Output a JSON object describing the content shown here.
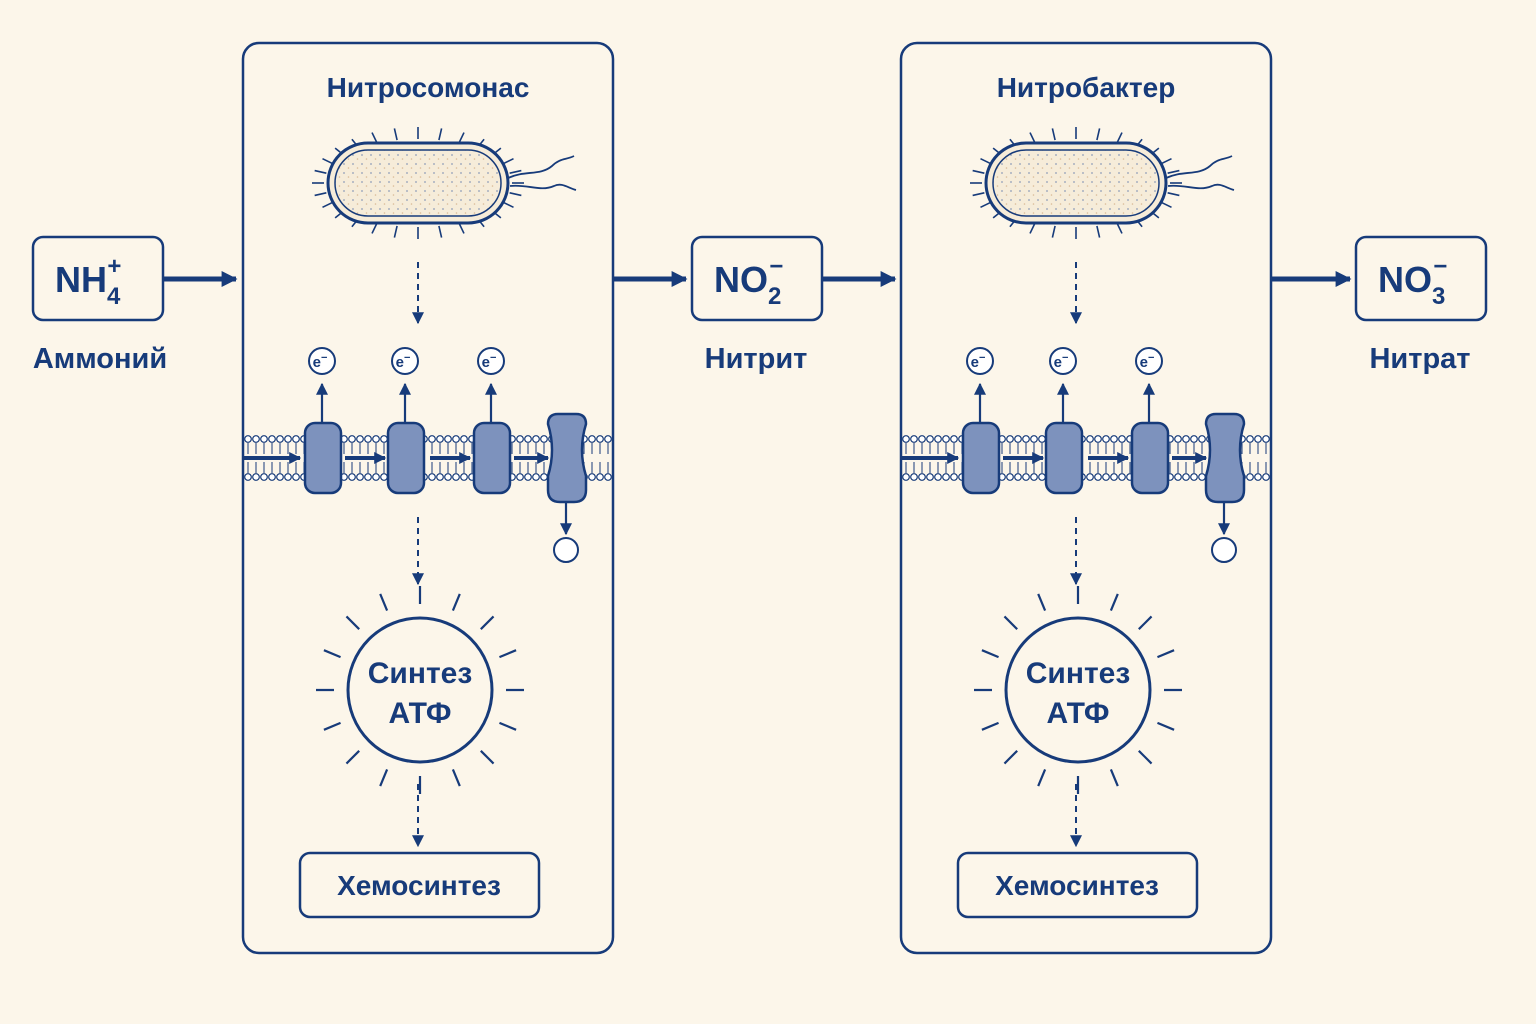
{
  "colors": {
    "background": "#fcf6ea",
    "ink": "#173b7a",
    "protein_fill": "#7d92bd",
    "cell_fill": "#f6ecd9"
  },
  "compounds": {
    "ammonium": {
      "formula": "NH",
      "sub": "4",
      "sup": "+",
      "name": "Аммоний"
    },
    "nitrite": {
      "formula": "NO",
      "sub": "2",
      "sup": "−",
      "name": "Нитрит"
    },
    "nitrate": {
      "formula": "NO",
      "sub": "3",
      "sup": "−",
      "name": "Нитрат"
    }
  },
  "panels": [
    {
      "title": "Нитросомонас",
      "electron_label": "e",
      "electron_charge": "−",
      "atp_line1": "Синтез",
      "atp_line2": "АТФ",
      "result": "Хемосинтез"
    },
    {
      "title": "Нитробактер",
      "electron_label": "e",
      "electron_charge": "−",
      "atp_line1": "Синтез",
      "atp_line2": "АТФ",
      "result": "Хемосинтез"
    }
  ]
}
